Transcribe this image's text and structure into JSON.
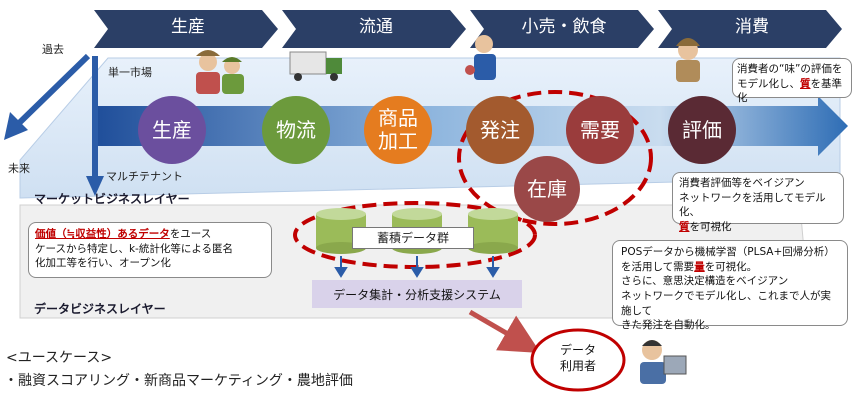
{
  "stages": [
    "生産",
    "流通",
    "小売・飲食",
    "消費"
  ],
  "axis": {
    "past": "過去",
    "future": "未来",
    "single_market": "単一市場",
    "multi_tenant": "マルチテナント"
  },
  "circles": [
    {
      "label": "生産",
      "color": "#6b4f9e"
    },
    {
      "label": "物流",
      "color": "#6c9a3c"
    },
    {
      "label": "商品\n加工",
      "color": "#e57c1f"
    },
    {
      "label": "発注",
      "color": "#a35a2e"
    },
    {
      "label": "需要",
      "color": "#9a3c3c"
    },
    {
      "label": "在庫",
      "color": "#9a4848"
    },
    {
      "label": "評価",
      "color": "#5a2a34"
    }
  ],
  "layers": {
    "market": "マーケットビジネスレイヤー",
    "data": "データビジネスレイヤー"
  },
  "callouts": {
    "consumer": {
      "pre": "消費者の“味”の評価を\nモデル化し、",
      "hl": "質",
      "post": "を基準化"
    },
    "evaluation": {
      "pre": "消費者評価等をベイジアン\nネットワークを活用してモデル化、\n",
      "hl": "質",
      "post": "を可視化"
    },
    "value": {
      "red": "価値（≒収益性）あるデータ",
      "rest": "をユース\nケースから特定し、k-統計化等による匿名\n化加工等を行い、オープン化"
    },
    "pos": {
      "pre": "POSデータから機械学習（PLSA+回帰分析）\nを活用して需要",
      "hl": "量",
      "post": "を可視化。\nさらに、意思決定構造をベイジアン\nネットワークでモデル化し、これまで人が実施して\nきた発注を自動化。"
    }
  },
  "storage_label": "蓄積データ群",
  "system_label": "データ集計・分析支援システム",
  "data_user": "データ\n利用者",
  "usecase": {
    "title": "<ユースケース>",
    "items": "・融資スコアリング・新商品マーケティング・農地評価"
  },
  "colors": {
    "chevron": "#2b3f66",
    "red_dash": "#c00000",
    "system_box": "#d9d2ea",
    "cylinder": "#9bbb59"
  }
}
